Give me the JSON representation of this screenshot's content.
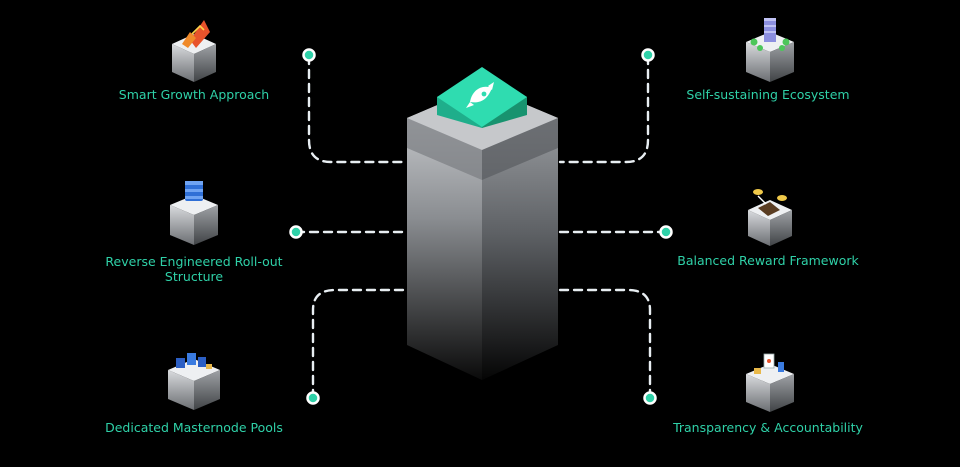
{
  "colors": {
    "background": "#000000",
    "accent": "#2fd1a8",
    "connector": "#e8eef2",
    "tower_top": "#2fdcb0"
  },
  "center": {
    "logo_icon": "rocket-logo-icon"
  },
  "features": {
    "left": [
      {
        "label": "Smart Growth Approach",
        "icon": "growth-chart-icon"
      },
      {
        "label": "Reverse Engineered Roll-out Structure",
        "icon": "server-stack-icon"
      },
      {
        "label": "Dedicated Masternode Pools",
        "icon": "masternode-pool-icon"
      }
    ],
    "right": [
      {
        "label": "Self-sustaining Ecosystem",
        "icon": "ecosystem-building-icon"
      },
      {
        "label": "Balanced Reward Framework",
        "icon": "reward-coins-icon"
      },
      {
        "label": "Transparency & Accountability",
        "icon": "accountability-icon"
      }
    ]
  }
}
